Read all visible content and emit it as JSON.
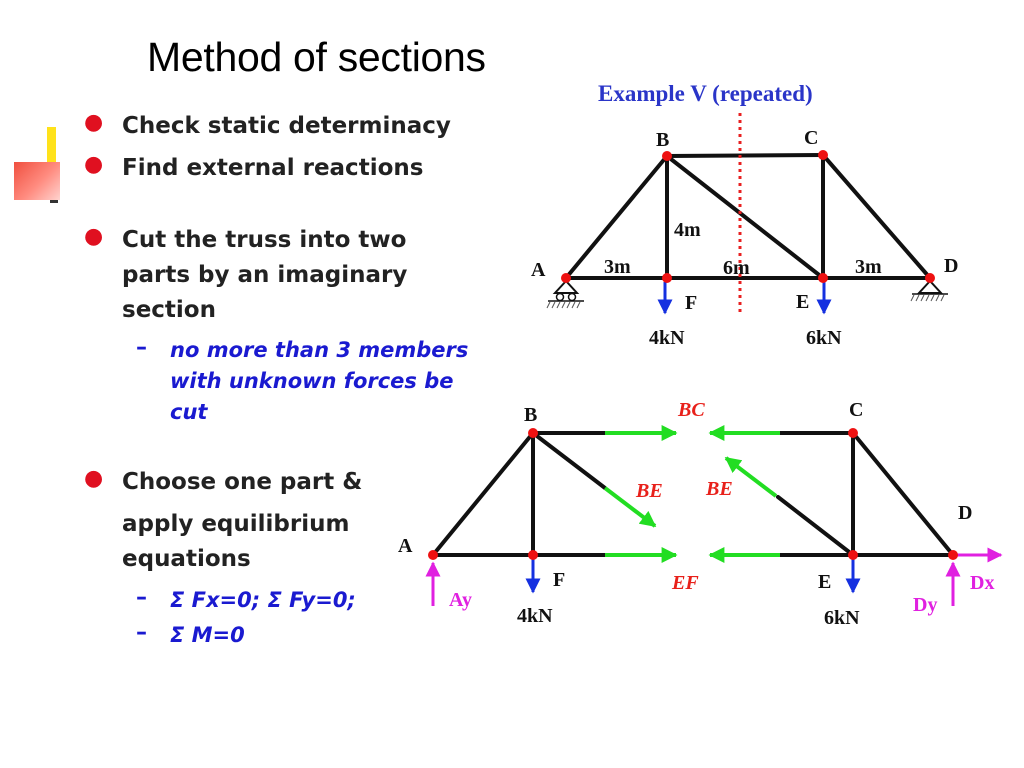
{
  "title": "Method of sections",
  "bullets": [
    "Check static determinacy",
    "Find external reactions",
    "Cut the truss into two parts by an imaginary section",
    "Choose one part & apply equilibrium equations"
  ],
  "bullet_lines": {
    "b3": [
      "Cut the truss into two",
      "parts by an imaginary",
      "section"
    ],
    "b4": [
      "Choose one part &",
      "apply equilibrium",
      "equations"
    ]
  },
  "sub_bullets": {
    "cut": [
      "no more than 3 members",
      "with unknown forces be",
      "cut"
    ],
    "eq1": "Σ Fx=0; Σ Fy=0;",
    "eq2": "Σ M=0"
  },
  "example_title": "Example V (repeated)",
  "top_truss": {
    "nodes": {
      "A": "A",
      "B": "B",
      "C": "C",
      "D": "D",
      "E": "E",
      "F": "F"
    },
    "dims": {
      "height": "4m",
      "span_AF": "3m",
      "span_FE": "6m",
      "span_ED": "3m"
    },
    "loads": {
      "F": "4kN",
      "E": "6kN"
    }
  },
  "bottom_truss": {
    "nodes": {
      "A": "A",
      "B": "B",
      "C": "C",
      "D": "D",
      "E": "E",
      "F": "F"
    },
    "member_forces": {
      "BC": "BC",
      "BE_left": "BE",
      "BE_right": "BE",
      "EF": "EF"
    },
    "reactions": {
      "Ay": "Ay",
      "Dy": "Dy",
      "Dx": "Dx"
    },
    "loads": {
      "F": "4kN",
      "E": "6kN"
    }
  },
  "colors": {
    "bullet": "#e01020",
    "sub_text": "#1a1ad0",
    "example_title": "#2a35c8",
    "member_force_label": "#e8201a",
    "force_arrow": "#22dd22",
    "reaction": "#e020e0",
    "load": "#1530e0",
    "node": "#ee1111"
  }
}
